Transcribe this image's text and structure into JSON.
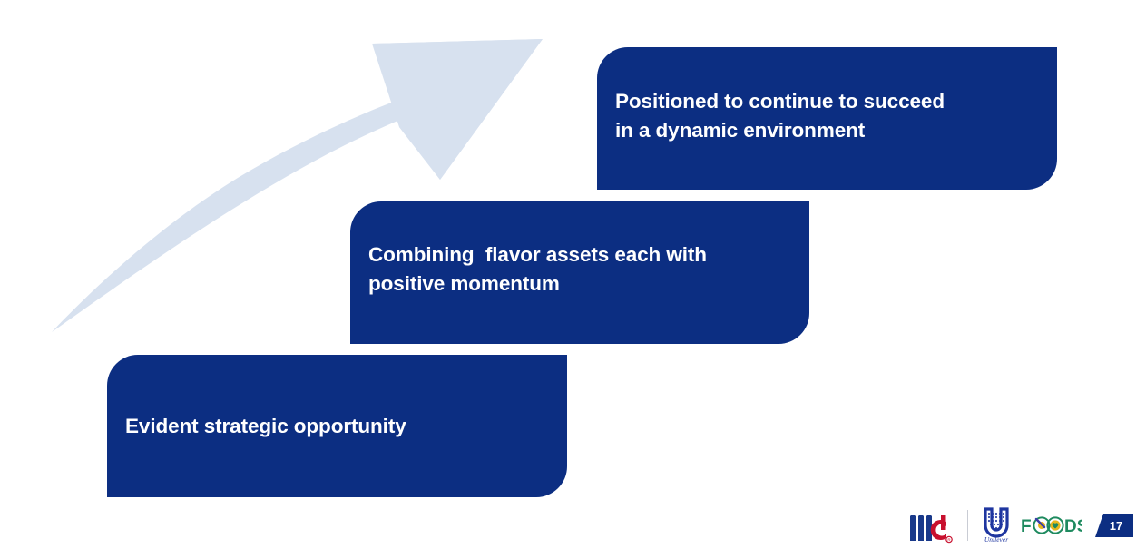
{
  "slide": {
    "page_number": "17",
    "background_color": "#ffffff",
    "accent_color": "#0C2E82",
    "arrow_color": "#D7E1EF"
  },
  "arrow": {
    "name": "upward-growth-arrow",
    "direction": "up-right",
    "color": "#D7E1EF"
  },
  "callouts": [
    {
      "id": "callout-top",
      "lines": [
        "Positioned to continue to succeed",
        "in a dynamic environment"
      ],
      "background": "#0C2E82",
      "text_color": "#ffffff"
    },
    {
      "id": "callout-middle",
      "lines": [
        "Combining  flavor assets each with",
        "positive momentum"
      ],
      "background": "#0C2E82",
      "text_color": "#ffffff"
    },
    {
      "id": "callout-bottom",
      "lines": [
        "Evident strategic opportunity"
      ],
      "background": "#0C2E82",
      "text_color": "#ffffff"
    }
  ],
  "footer": {
    "logos": [
      {
        "name": "mccormick-logo",
        "text": "Mc",
        "colors": {
          "m": "#19398A",
          "c": "#C8102E"
        }
      },
      {
        "name": "unilever-logo",
        "text": "Unilever",
        "color": "#1F36A0"
      },
      {
        "name": "foods-logo",
        "text": "FOODS",
        "color": "#1E8A5F"
      }
    ],
    "page_badge": {
      "name": "page-number-badge",
      "value": "17",
      "background": "#0C2E82"
    }
  }
}
